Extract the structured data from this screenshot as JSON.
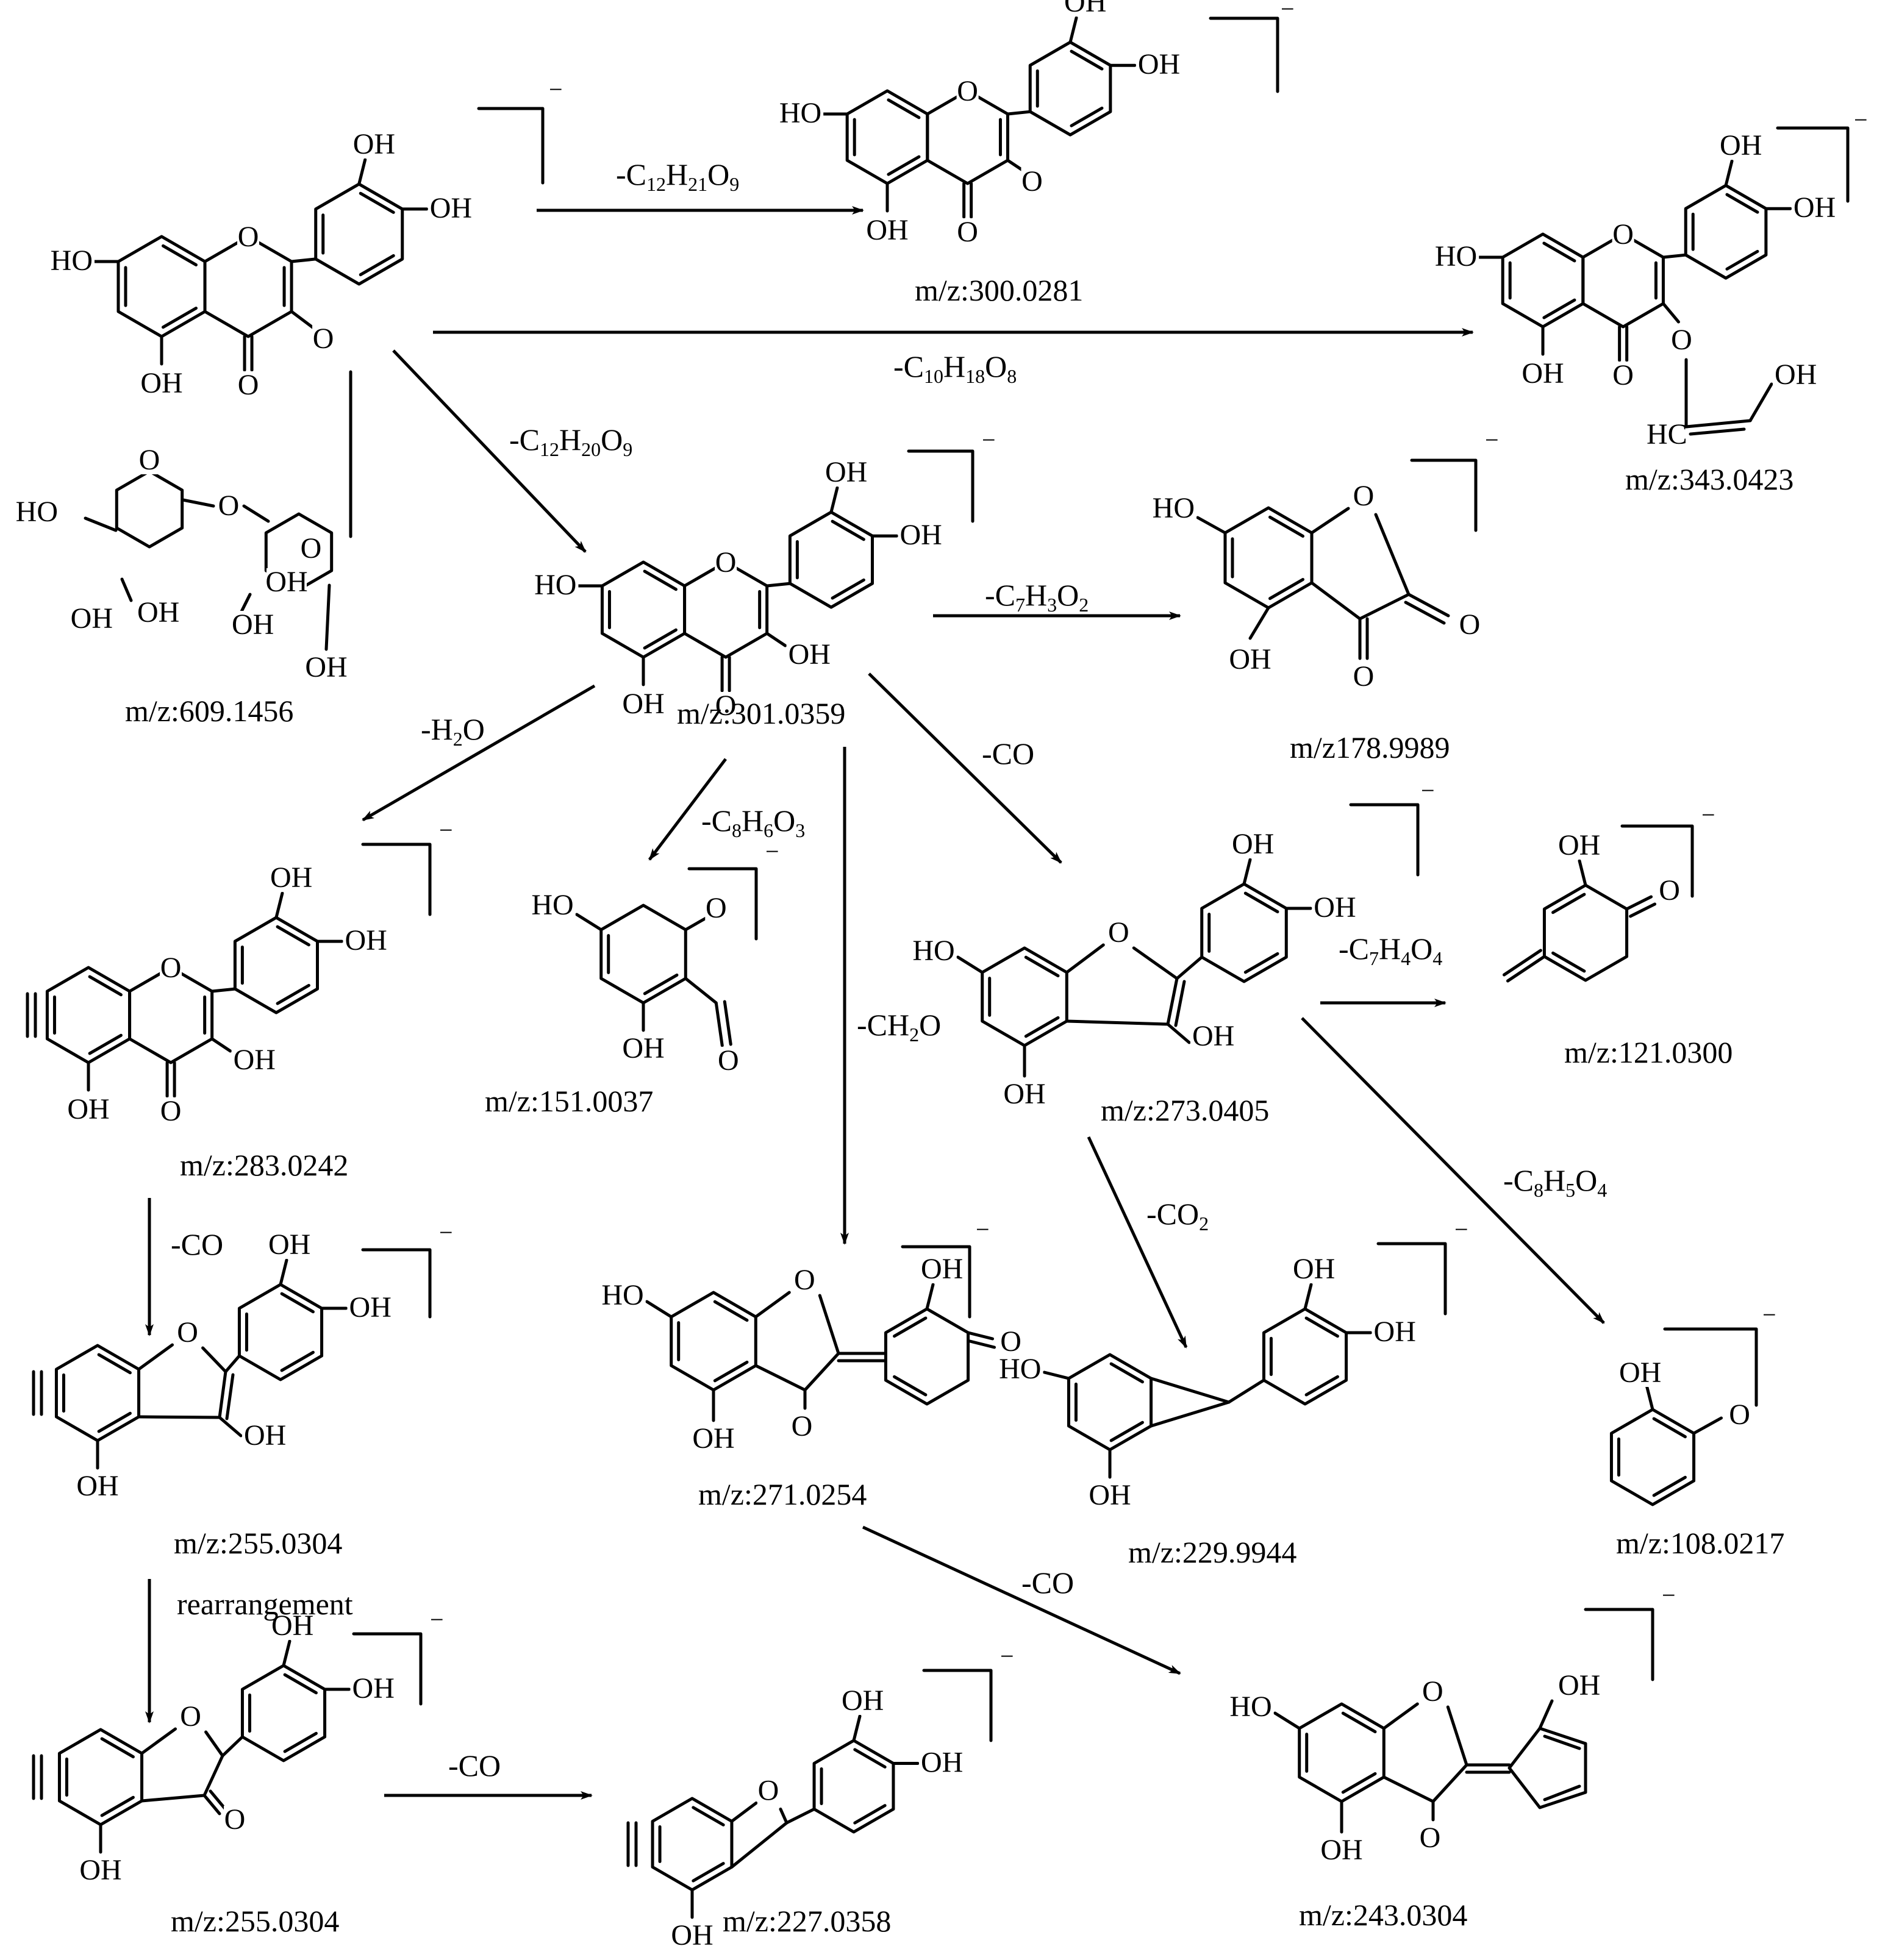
{
  "colors": {
    "ink": "#000000",
    "background": "#ffffff"
  },
  "labels": {
    "rearrangement": "rearrangement",
    "charge": "−",
    "hc": "HC"
  },
  "compounds": [
    {
      "id": "c609",
      "mz": "m/z:609.1456"
    },
    {
      "id": "c300",
      "mz": "m/z:300.0281"
    },
    {
      "id": "c343",
      "mz": "m/z:343.0423"
    },
    {
      "id": "c301",
      "mz": "m/z:301.0359"
    },
    {
      "id": "c179",
      "mz": "m/z178.9989"
    },
    {
      "id": "c283",
      "mz": "m/z:283.0242"
    },
    {
      "id": "c151",
      "mz": "m/z:151.0037"
    },
    {
      "id": "c273",
      "mz": "m/z:273.0405"
    },
    {
      "id": "c121",
      "mz": "m/z:121.0300"
    },
    {
      "id": "c255a",
      "mz": "m/z:255.0304"
    },
    {
      "id": "c271",
      "mz": "m/z:271.0254"
    },
    {
      "id": "c230",
      "mz": "m/z:229.9944"
    },
    {
      "id": "c108",
      "mz": "m/z:108.0217"
    },
    {
      "id": "c255b",
      "mz": "m/z:255.0304"
    },
    {
      "id": "c227",
      "mz": "m/z:227.0358"
    },
    {
      "id": "c243",
      "mz": "m/z:243.0304"
    }
  ],
  "losses": [
    {
      "id": "l1",
      "parts": [
        [
          "-C",
          ""
        ],
        [
          "12",
          "s"
        ],
        [
          "H",
          ""
        ],
        [
          "21",
          "s"
        ],
        [
          "O",
          ""
        ],
        [
          "9",
          "s"
        ]
      ]
    },
    {
      "id": "l2",
      "parts": [
        [
          "-C",
          ""
        ],
        [
          "10",
          "s"
        ],
        [
          "H",
          ""
        ],
        [
          "18",
          "s"
        ],
        [
          "O",
          ""
        ],
        [
          "8",
          "s"
        ]
      ]
    },
    {
      "id": "l3",
      "parts": [
        [
          "-C",
          ""
        ],
        [
          "12",
          "s"
        ],
        [
          "H",
          ""
        ],
        [
          "20",
          "s"
        ],
        [
          "O",
          ""
        ],
        [
          "9",
          "s"
        ]
      ]
    },
    {
      "id": "l4",
      "parts": [
        [
          "-C",
          ""
        ],
        [
          "7",
          "s"
        ],
        [
          "H",
          ""
        ],
        [
          "3",
          "s"
        ],
        [
          "O",
          ""
        ],
        [
          "2",
          "s"
        ]
      ]
    },
    {
      "id": "l5",
      "parts": [
        [
          "-H",
          ""
        ],
        [
          "2",
          "s"
        ],
        [
          "O",
          ""
        ]
      ]
    },
    {
      "id": "l6",
      "parts": [
        [
          "-C",
          ""
        ],
        [
          "8",
          "s"
        ],
        [
          "H",
          ""
        ],
        [
          "6",
          "s"
        ],
        [
          "O",
          ""
        ],
        [
          "3",
          "s"
        ]
      ]
    },
    {
      "id": "l7",
      "parts": [
        [
          "-CO",
          ""
        ]
      ]
    },
    {
      "id": "l8",
      "parts": [
        [
          "-CH",
          ""
        ],
        [
          "2",
          "s"
        ],
        [
          "O",
          ""
        ]
      ]
    },
    {
      "id": "l9",
      "parts": [
        [
          "-C",
          ""
        ],
        [
          "7",
          "s"
        ],
        [
          "H",
          ""
        ],
        [
          "4",
          "s"
        ],
        [
          "O",
          ""
        ],
        [
          "4",
          "s"
        ]
      ]
    },
    {
      "id": "l10",
      "parts": [
        [
          "-CO",
          ""
        ],
        [
          "2",
          "s"
        ]
      ]
    },
    {
      "id": "l11",
      "parts": [
        [
          "-C",
          ""
        ],
        [
          "8",
          "s"
        ],
        [
          "H",
          ""
        ],
        [
          "5",
          "s"
        ],
        [
          "O",
          ""
        ],
        [
          "4",
          "s"
        ]
      ]
    },
    {
      "id": "l12",
      "parts": [
        [
          "-CO",
          ""
        ]
      ]
    },
    {
      "id": "l13",
      "parts": [
        [
          "-CO",
          ""
        ]
      ]
    },
    {
      "id": "l14",
      "parts": [
        [
          "-CO",
          ""
        ]
      ]
    }
  ],
  "atoms": {
    "OH": "OH",
    "HO": "HO",
    "O": "O"
  }
}
